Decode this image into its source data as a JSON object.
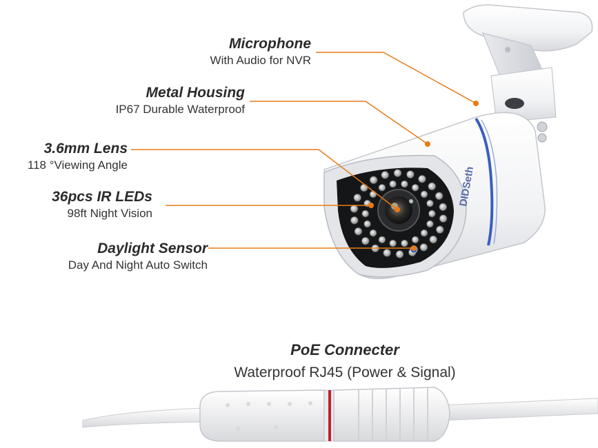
{
  "brand": {
    "logo_text": "DIDSeth"
  },
  "colors": {
    "accent": "#e87a16",
    "text": "#2b2b2b",
    "stripe": "#3a5ec0",
    "cable_ring": "#c0202a"
  },
  "callouts": [
    {
      "id": "microphone",
      "title": "Microphone",
      "subtitle": "With Audio for NVR"
    },
    {
      "id": "metal-housing",
      "title": "Metal Housing",
      "subtitle": "IP67 Durable Waterproof"
    },
    {
      "id": "lens",
      "title": "3.6mm Lens",
      "subtitle": "118 °Viewing Angle"
    },
    {
      "id": "ir-leds",
      "title": "36pcs IR LEDs",
      "subtitle": "98ft Night Vision"
    },
    {
      "id": "daylight-sensor",
      "title": "Daylight Sensor",
      "subtitle": "Day And Night Auto Switch"
    }
  ],
  "poe": {
    "title": "PoE Connecter",
    "subtitle": "Waterproof RJ45 (Power & Signal)"
  }
}
